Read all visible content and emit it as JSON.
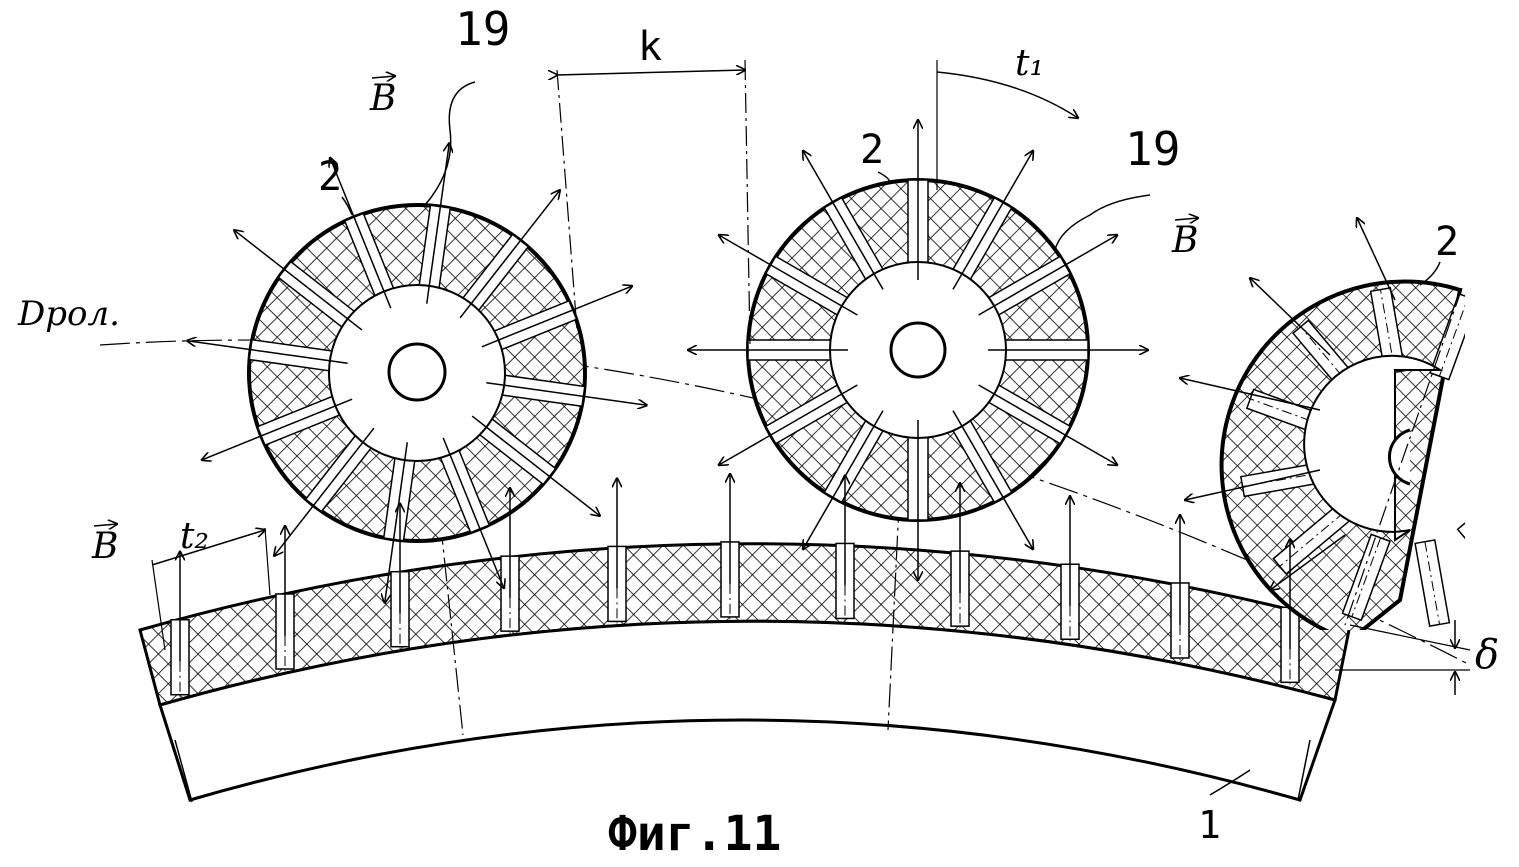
{
  "figure": {
    "caption": "Фиг.11",
    "labels": {
      "num_19_left": "19",
      "num_19_right": "19",
      "k": "k",
      "t1": "t₁",
      "t2": "t₂",
      "B_left_top": "B",
      "B_right": "B",
      "B_bottom_left": "B",
      "num_2_left": "2",
      "num_2_mid": "2",
      "num_2_right": "2",
      "D_rol": "Dрол.",
      "delta": "δ",
      "num_1": "1"
    },
    "colors": {
      "ink": "#000000",
      "paper": "#ffffff"
    }
  }
}
